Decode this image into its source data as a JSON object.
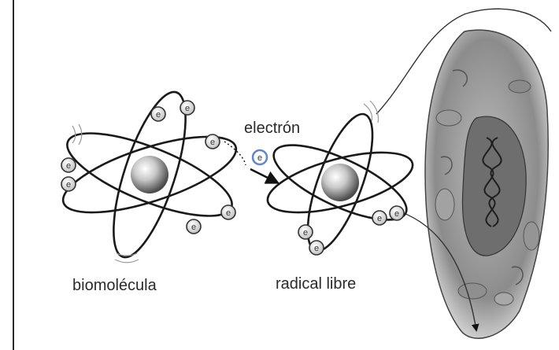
{
  "labels": {
    "biomolecule": "biomolécula",
    "free_radical": "radical libre",
    "electron": "electrón"
  },
  "electron_symbol": "e",
  "colors": {
    "orbit": "#1a1a1a",
    "nucleus_light": "#f4f4f4",
    "nucleus_dark": "#5a5a5a",
    "cell_fill": "#d9d9d9",
    "electron_blue": "#5f87c7"
  }
}
